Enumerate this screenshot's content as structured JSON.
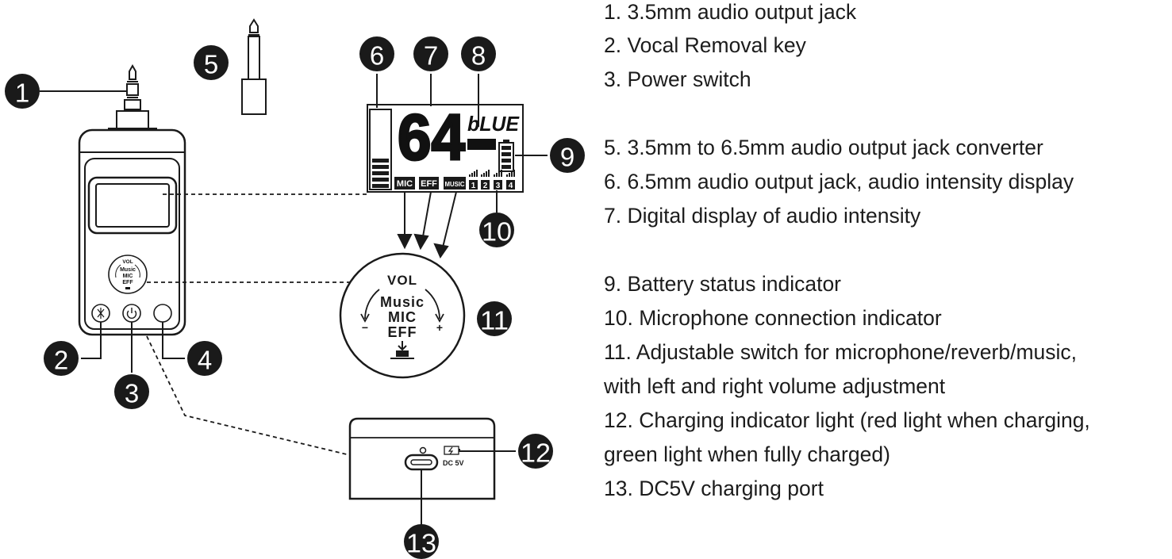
{
  "callouts": [
    "1",
    "2",
    "3",
    "4",
    "5",
    "6",
    "7",
    "8",
    "9",
    "10",
    "11",
    "12",
    "13"
  ],
  "lcd": {
    "digits": "64",
    "channel": "bLUE",
    "tags": [
      "MIC",
      "EFF",
      "MUSIC"
    ],
    "mic_slots": [
      "1",
      "2",
      "3",
      "4"
    ]
  },
  "knob": {
    "top": "VOL",
    "lines": [
      "Music",
      "MIC",
      "EFF"
    ],
    "minus": "−",
    "plus": "+"
  },
  "charge_port_label": "DC 5V",
  "legend": [
    "1. 3.5mm audio output jack",
    "2. Vocal Removal key",
    "3. Power switch",
    "5. 3.5mm to 6.5mm audio output jack converter",
    "6. 6.5mm audio output jack, audio intensity display",
    "7. Digital display of audio intensity",
    "9. Battery status indicator",
    "10. Microphone connection indicator",
    "11. Adjustable switch for microphone/reverb/music,",
    "with left and right volume adjustment",
    "12. Charging indicator light (red light when charging,",
    "green light when fully charged)",
    "13. DC5V charging port"
  ]
}
